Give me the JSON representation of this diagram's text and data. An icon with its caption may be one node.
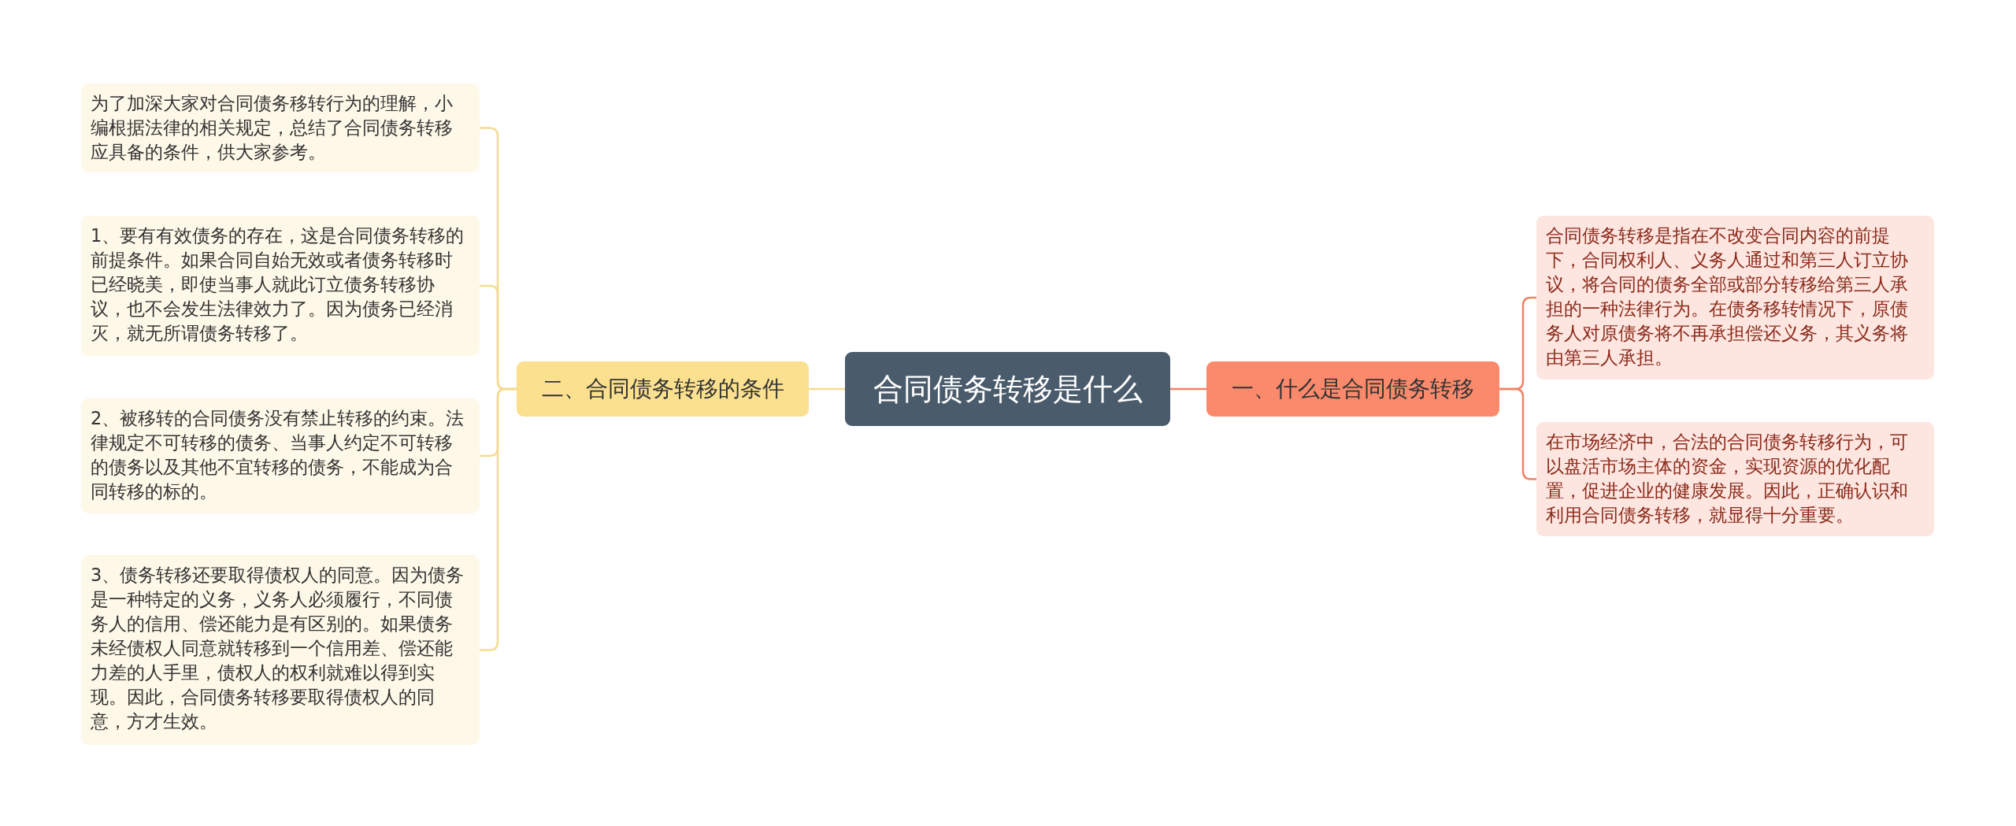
{
  "diagram": {
    "nodes": [
      {
        "text": [
          "合同债务转移是什么"
        ]
      },
      {
        "text": [
          "一、什么是合同债务转移"
        ]
      },
      {
        "text": [
          "合同债务转移是指在不改变合同内容的前提下，合同权利人、义务人通过和第三人订立协议，将合同的债务全部或部分转移给第三人承担的一种法律行为。在债务移转情况下，原债务人对原债务将不再承担偿还义务，其义务将由第三人承担。"
        ]
      },
      {
        "text": [
          "在市场经济中，合法的合同债务转移行为，可以盘活市场主体的资金，实现资源的优化配置，促进企业的健康发展。因此，正确认识和利用合同债务转移，就显得十分重要。"
        ]
      },
      {
        "text": [
          "二、合同债务转移的条件"
        ]
      },
      {
        "text": [
          "为了加深大家对合同债务移转行为的理解，小编根据法律的相关规定，总结了合同债务转移应具备的条件，供大家参考。"
        ]
      },
      {
        "text": [
          "1、要有有效债务的存在，这是合同债务转移的前提条件。如果合同自始无效或者债务转移时已经晓美，即使当事人就此订立债务转移协议，也不会发生法律效力了。因为债务已经消灭，就无所谓债务转移了。"
        ]
      },
      {
        "text": [
          "2、被移转的合同债务没有禁止转移的约束。法律规定不可转移的债务、当事人约定不可转移的债务以及其他不宜转移的债务，不能成为合同转移的标的。"
        ]
      },
      {
        "text": [
          "3、债务转移还要取得债权人的同意。因为债务是一种特定的义务，义务人必须履行，不同债务人的信用、偿还能力是有区别的。如果债务未经债权人同意就转移到一个信用差、偿还能力差的人手里，债权人的权利就难以得到实现。因此，合同债务转移要取得债权人的同意，方才生效。"
        ]
      }
    ],
    "edges": [
      {
        "from": 0,
        "to": 1,
        "arrow": "none",
        "color": "#ee8466"
      },
      {
        "from": 1,
        "to": 2,
        "arrow": "none",
        "color": "#ee8466"
      },
      {
        "from": 1,
        "to": 3,
        "arrow": "none",
        "color": "#ee8466"
      },
      {
        "from": 0,
        "to": 4,
        "arrow": "none"
      },
      {
        "from": 4,
        "to": 5,
        "arrow": "none"
      },
      {
        "from": 4,
        "to": 6,
        "arrow": "none"
      },
      {
        "from": 4,
        "to": 7,
        "arrow": "none"
      },
      {
        "from": 4,
        "to": 8,
        "arrow": "none"
      }
    ]
  }
}
